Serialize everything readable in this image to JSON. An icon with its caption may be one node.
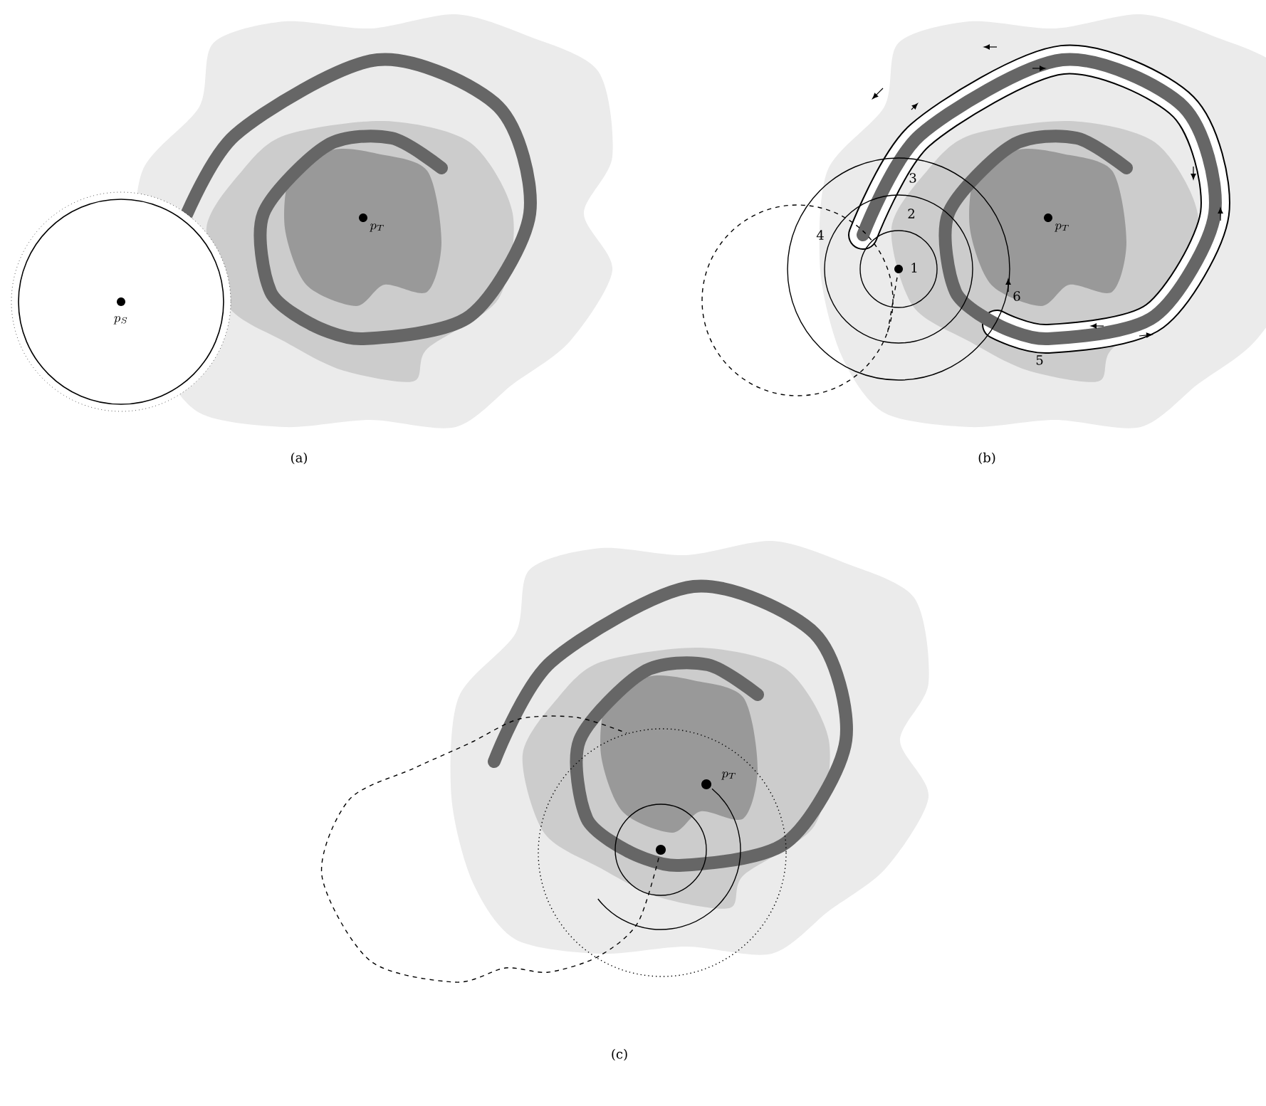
{
  "diagram": {
    "labels": [
      "p_T",
      "p_S",
      "(a)",
      "3",
      "2",
      "4",
      "1",
      "p_T",
      "6",
      "5",
      "(b)",
      "p_T",
      "(c)"
    ]
  }
}
